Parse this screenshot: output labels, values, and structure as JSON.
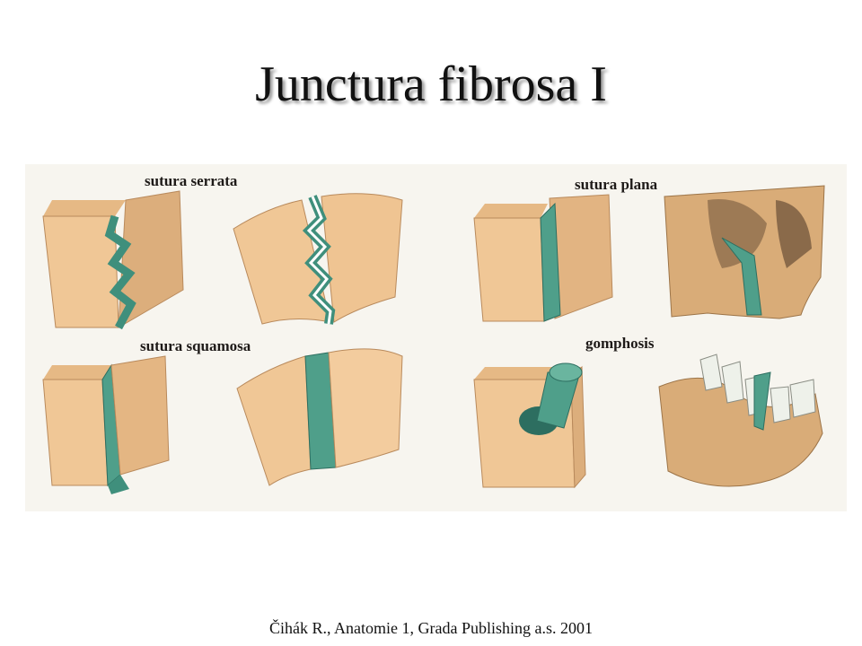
{
  "title": "Junctura fibrosa I",
  "panels": {
    "serrata": "sutura serrata",
    "plana": "sutura plana",
    "squamosa": "sutura squamosa",
    "gomphosis": "gomphosis"
  },
  "source": "Čihák R., Anatomie 1, Grada Publishing a.s. 2001",
  "colors": {
    "bone": "#f1c99b",
    "bone_dark": "#cc9a66",
    "ligament": "#4f9f8a",
    "ligament_dark": "#2d6e60"
  }
}
